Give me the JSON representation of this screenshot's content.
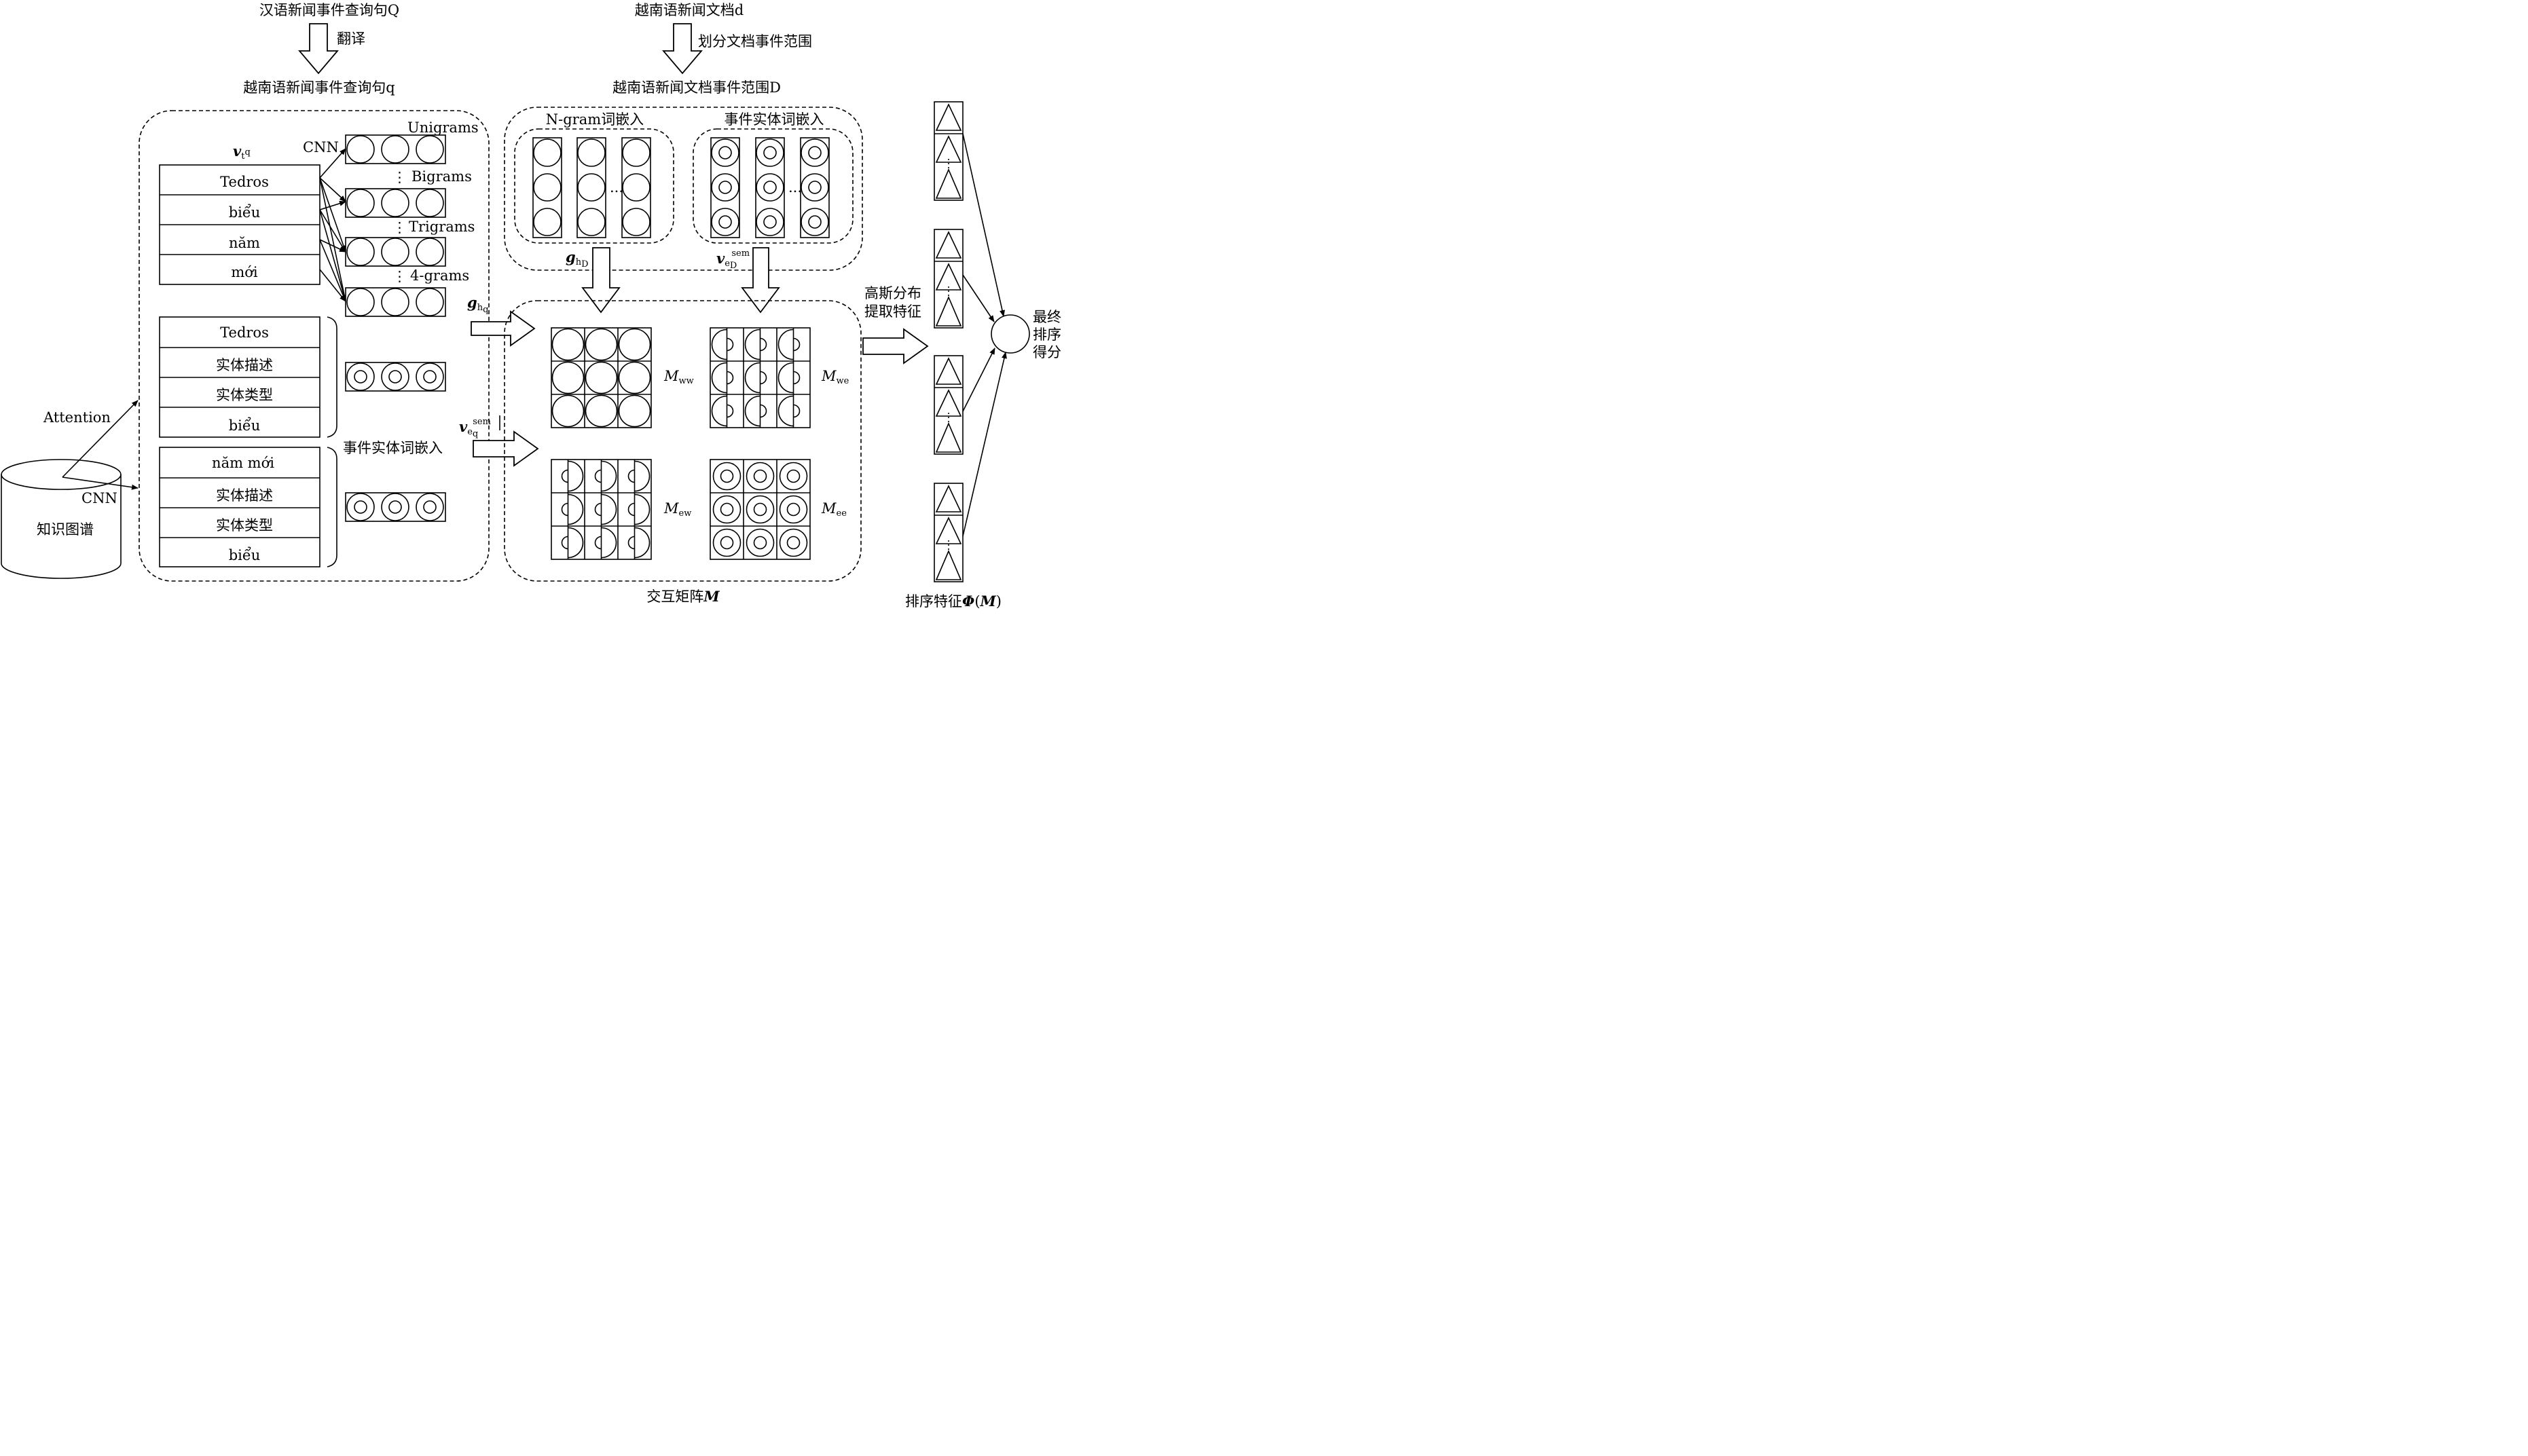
{
  "top": {
    "left_title": "汉语新闻事件查询句Q",
    "translate": "翻译",
    "left_result": "越南语新闻事件查询句q",
    "right_title": "越南语新闻文档d",
    "divide": "划分文档事件范围",
    "right_result": "越南语新闻文档事件范围D"
  },
  "query": {
    "vec_label": "v",
    "vec_sub": "t",
    "vec_supsub": "q",
    "tokens": [
      "Tedros",
      "biểu",
      "năm",
      "mới"
    ],
    "cnn": "CNN",
    "ngrams": [
      "Unigrams",
      "Bigrams",
      "Trigrams",
      "4-grams"
    ],
    "entity1": [
      "Tedros",
      "实体描述",
      "实体类型",
      "biểu"
    ],
    "entity2": [
      "năm mới",
      "实体描述",
      "实体类型",
      "biểu"
    ],
    "entity_emb": "事件实体词嵌入",
    "g_label": "g",
    "g_sub": "h",
    "g_subsub": "q",
    "v_label": "v",
    "v_sup": "sem",
    "v_sub": "e",
    "v_subsub": "q"
  },
  "kg": {
    "label": "知识图谱",
    "attention": "Attention",
    "cnn": "CNN"
  },
  "doc": {
    "ngram_emb": "N-gram词嵌入",
    "entity_emb": "事件实体词嵌入",
    "g_label": "g",
    "g_sub": "h",
    "g_subsub": "D",
    "v_label": "v",
    "v_sup": "sem",
    "v_sub": "e",
    "v_subsub": "D"
  },
  "matrix": {
    "caption": "交互矩阵",
    "caption_bold": "M",
    "labels": [
      {
        "m": "M",
        "sub": "ww"
      },
      {
        "m": "M",
        "sub": "we"
      },
      {
        "m": "M",
        "sub": "ew"
      },
      {
        "m": "M",
        "sub": "ee"
      }
    ]
  },
  "gauss": [
    "高斯分布",
    "提取特征"
  ],
  "ranking": {
    "caption": "排序特征",
    "phi": "Φ",
    "open": "(",
    "m": "M",
    "close": ")",
    "score": [
      "最终",
      "排序",
      "得分"
    ]
  },
  "ellipsis": "⋮",
  "hellipsis": "..."
}
